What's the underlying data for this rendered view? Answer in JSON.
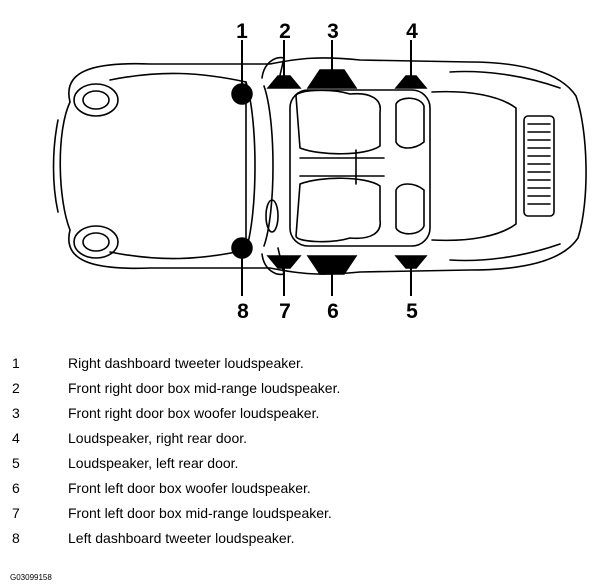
{
  "callouts": [
    "1",
    "2",
    "3",
    "4",
    "5",
    "6",
    "7",
    "8"
  ],
  "legend": [
    {
      "number": "1",
      "text": "Right dashboard tweeter loudspeaker."
    },
    {
      "number": "2",
      "text": "Front right door box mid-range loudspeaker."
    },
    {
      "number": "3",
      "text": "Front right door box woofer loudspeaker."
    },
    {
      "number": "4",
      "text": "Loudspeaker, right rear door."
    },
    {
      "number": "5",
      "text": "Loudspeaker, left rear door."
    },
    {
      "number": "6",
      "text": "Front left door box woofer loudspeaker."
    },
    {
      "number": "7",
      "text": "Front left door box mid-range loudspeaker."
    },
    {
      "number": "8",
      "text": "Left dashboard tweeter loudspeaker."
    }
  ],
  "figure_code": "G03099158"
}
